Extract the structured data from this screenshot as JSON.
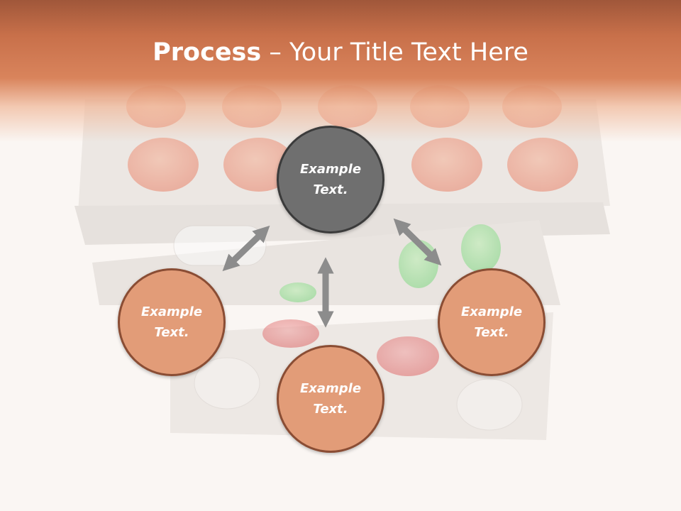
{
  "title": {
    "bold": "Process",
    "separator": " – ",
    "rest": "Your Title Text Here"
  },
  "nodes": {
    "center": "Example Text.",
    "left": "Example Text.",
    "bottom": "Example Text.",
    "right": "Example Text."
  },
  "colors": {
    "title_band": "#c8704a",
    "center_node": "#6f6f6f",
    "orange_node": "#e29c78",
    "node_border": "#8a4d34",
    "arrow": "#8c8c8c"
  },
  "background": {
    "image": "pill-blister-packs-photo"
  }
}
